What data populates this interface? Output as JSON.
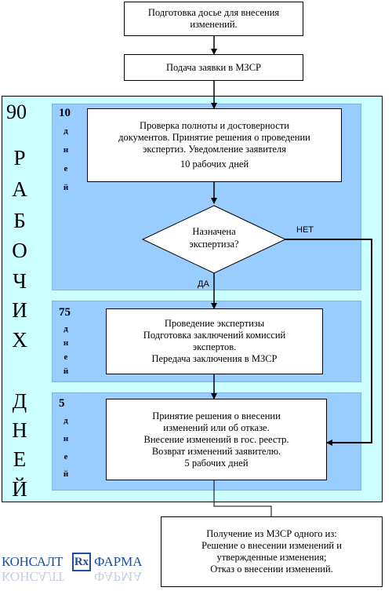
{
  "step1": {
    "lines": [
      "Подготовка досье для внесения",
      "изменений."
    ]
  },
  "step2": {
    "label": "Подача заявки в МЗСР"
  },
  "side": {
    "total": "90",
    "word1": [
      "Р",
      "А",
      "Б",
      "О",
      "Ч",
      "И",
      "Х"
    ],
    "word2": [
      "Д",
      "Н",
      "Е",
      "Й"
    ]
  },
  "phase1": {
    "days": "10",
    "letters": [
      "д",
      "н",
      "е",
      "й"
    ]
  },
  "phase2": {
    "days": "75",
    "letters": [
      "д",
      "н",
      "е",
      "й"
    ]
  },
  "phase3": {
    "days": "5",
    "letters": [
      "д",
      "н",
      "е",
      "й"
    ]
  },
  "step3": {
    "lines": [
      "Проверка полноты и достоверности",
      "документов. Принятие решения о проведении",
      "экспертиз. Уведомление заявителя",
      "10 рабочих дней"
    ]
  },
  "decision": {
    "lines": [
      "Назначена",
      "экспертиза?"
    ],
    "no_label": "НЕТ",
    "yes_label": "ДА"
  },
  "step4": {
    "lines": [
      "Проведение экспертизы",
      "Подготовка заключений комиссий",
      "экспертов.",
      "Передача заключения в МЗСР"
    ]
  },
  "step5": {
    "lines": [
      "Принятие решения о внесении",
      "изменений или об отказе.",
      "Внесение изменений в гос. реестр.",
      "Возврат изменений заявителю.",
      "5 рабочих дней"
    ]
  },
  "step6": {
    "lines": [
      "Получение из МЗСР одного из:",
      "Решение о внесении изменений и",
      "утвержденные изменения;",
      "Отказ о внесении изменений."
    ]
  },
  "logo": {
    "text_left": "КОНСАЛТ",
    "text_right": "ФАРМА",
    "mark": "Rx"
  },
  "colors": {
    "outer_panel": "#ccffff",
    "inner_panel": "#99ccff",
    "logo": "#1f4e9c"
  }
}
